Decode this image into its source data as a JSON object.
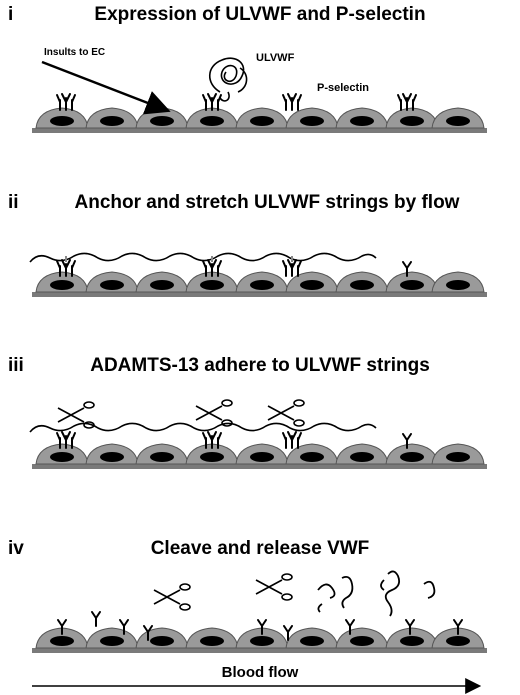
{
  "panels": [
    {
      "numeral": "i",
      "title": "Expression of ULVWF and P-selectin"
    },
    {
      "numeral": "ii",
      "title": "Anchor and stretch ULVWF strings by flow"
    },
    {
      "numeral": "iii",
      "title": "ADAMTS-13 adhere to ULVWF strings"
    },
    {
      "numeral": "iv",
      "title": "Cleave and release VWF"
    }
  ],
  "labels": {
    "insults": "Insults to EC",
    "ulvwf": "ULVWF",
    "pselectin": "P-selectin"
  },
  "flow": {
    "label": "Blood flow"
  },
  "colors": {
    "cell": "#9a9a9a",
    "membrane": "#7a7a7a",
    "nucleus": "#000000",
    "stroke": "#000000"
  }
}
